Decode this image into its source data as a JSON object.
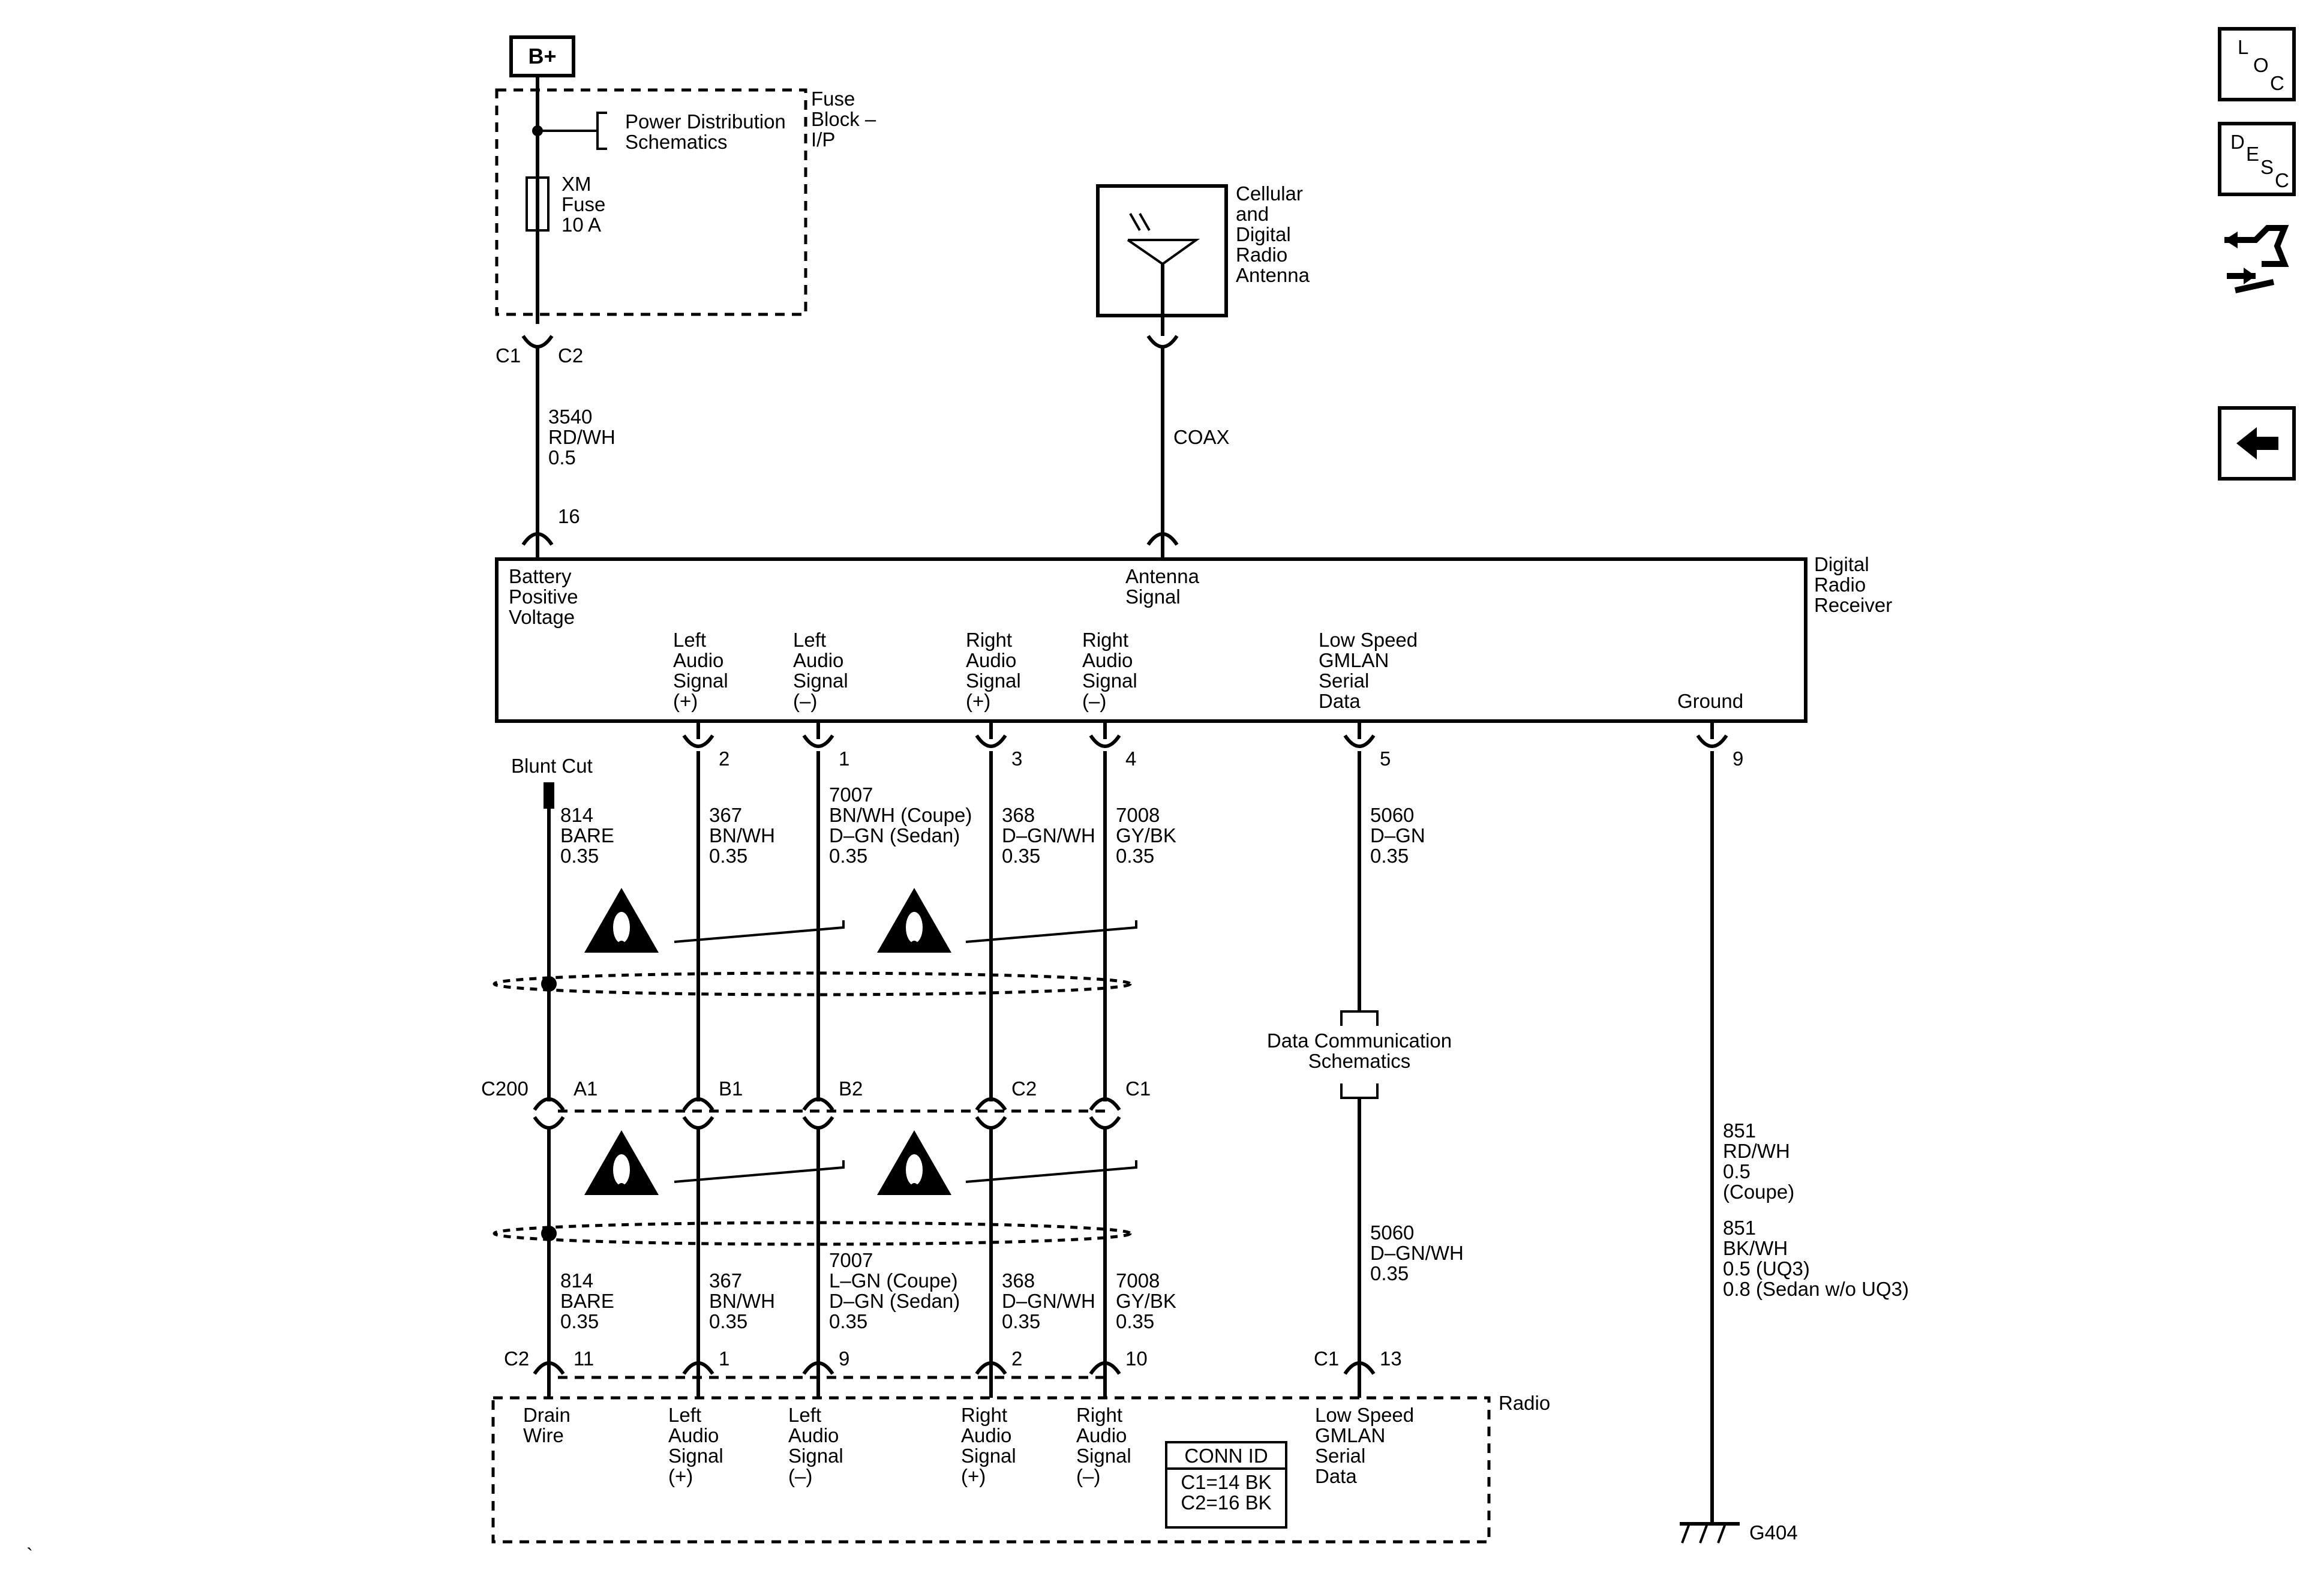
{
  "power": {
    "label": "B+"
  },
  "fuse_block": {
    "line1": "Fuse",
    "line2": "Block –",
    "line3": "I/P"
  },
  "power_dist": {
    "line1": "Power Distribution",
    "line2": "Schematics"
  },
  "fuse": {
    "line1": "XM",
    "line2": "Fuse",
    "line3": "10 A"
  },
  "fuse_conn": {
    "c1": "C1",
    "c2": "C2"
  },
  "wire_power": {
    "circuit": "3540",
    "color": "RD/WH",
    "size": "0.5",
    "pin": "16"
  },
  "antenna": {
    "line1": "Cellular",
    "line2": "and",
    "line3": "Digital",
    "line4": "Radio",
    "line5": "Antenna",
    "cable": "COAX"
  },
  "receiver": {
    "name1": "Digital",
    "name2": "Radio",
    "name3": "Receiver",
    "batt1": "Battery",
    "batt2": "Positive",
    "batt3": "Voltage",
    "ant1": "Antenna",
    "ant2": "Signal",
    "pins": [
      {
        "l1": "Left",
        "l2": "Audio",
        "l3": "Signal",
        "l4": "(+)",
        "pin": "2"
      },
      {
        "l1": "Left",
        "l2": "Audio",
        "l3": "Signal",
        "l4": "(–)",
        "pin": "1"
      },
      {
        "l1": "Right",
        "l2": "Audio",
        "l3": "Signal",
        "l4": "(+)",
        "pin": "3"
      },
      {
        "l1": "Right",
        "l2": "Audio",
        "l3": "Signal",
        "l4": "(–)",
        "pin": "4"
      },
      {
        "l1": "Low Speed",
        "l2": "GMLAN",
        "l3": "Serial",
        "l4": "Data",
        "pin": "5"
      },
      {
        "l1": "Ground",
        "l2": "",
        "l3": "",
        "l4": "",
        "pin": "9"
      }
    ]
  },
  "blunt_cut": "Blunt Cut",
  "upper_wires": [
    {
      "l1": "814",
      "l2": "BARE",
      "l3": "0.35",
      "l4": ""
    },
    {
      "l1": "367",
      "l2": "BN/WH",
      "l3": "0.35",
      "l4": ""
    },
    {
      "l1": "7007",
      "l2": "BN/WH (Coupe)",
      "l3": "D–GN (Sedan)",
      "l4": "0.35"
    },
    {
      "l1": "368",
      "l2": "D–GN/WH",
      "l3": "0.35",
      "l4": ""
    },
    {
      "l1": "7008",
      "l2": "GY/BK",
      "l3": "0.35",
      "l4": ""
    },
    {
      "l1": "5060",
      "l2": "D–GN",
      "l3": "0.35",
      "l4": ""
    }
  ],
  "data_comm": {
    "line1": "Data Communication",
    "line2": "Schematics"
  },
  "c200": {
    "name": "C200",
    "pins": [
      "A1",
      "B1",
      "B2",
      "C2",
      "C1"
    ]
  },
  "lower_wires": [
    {
      "l1": "814",
      "l2": "BARE",
      "l3": "0.35",
      "l4": ""
    },
    {
      "l1": "367",
      "l2": "BN/WH",
      "l3": "0.35",
      "l4": ""
    },
    {
      "l1": "7007",
      "l2": "L–GN (Coupe)",
      "l3": "D–GN (Sedan)",
      "l4": "0.35"
    },
    {
      "l1": "368",
      "l2": "D–GN/WH",
      "l3": "0.35",
      "l4": ""
    },
    {
      "l1": "7008",
      "l2": "GY/BK",
      "l3": "0.35",
      "l4": ""
    },
    {
      "l1": "5060",
      "l2": "D–GN/WH",
      "l3": "0.35",
      "l4": ""
    }
  ],
  "ground_wire": {
    "a1": "851",
    "a2": "RD/WH",
    "a3": "0.5",
    "a4": "(Coupe)",
    "b1": "851",
    "b2": "BK/WH",
    "b3": "0.5 (UQ3)",
    "b4": "0.8 (Sedan w/o UQ3)",
    "ground": "G404"
  },
  "radio": {
    "name": "Radio",
    "c2": "C2",
    "c1": "C1",
    "pins": [
      {
        "pin": "11",
        "l1": "Drain",
        "l2": "Wire",
        "l3": "",
        "l4": ""
      },
      {
        "pin": "1",
        "l1": "Left",
        "l2": "Audio",
        "l3": "Signal",
        "l4": "(+)"
      },
      {
        "pin": "9",
        "l1": "Left",
        "l2": "Audio",
        "l3": "Signal",
        "l4": "(–)"
      },
      {
        "pin": "2",
        "l1": "Right",
        "l2": "Audio",
        "l3": "Signal",
        "l4": "(+)"
      },
      {
        "pin": "10",
        "l1": "Right",
        "l2": "Audio",
        "l3": "Signal",
        "l4": "(–)"
      },
      {
        "pin": "13",
        "l1": "Low Speed",
        "l2": "GMLAN",
        "l3": "Serial",
        "l4": "Data"
      }
    ],
    "conn_title": "CONN ID",
    "conn_c1": "C1=14 BK",
    "conn_c2": "C2=16 BK"
  },
  "nav": {
    "loc_l": "L",
    "loc_o": "O",
    "loc_c": "C",
    "desc_d": "D",
    "desc_e": "E",
    "desc_s": "S",
    "desc_c": "C"
  }
}
